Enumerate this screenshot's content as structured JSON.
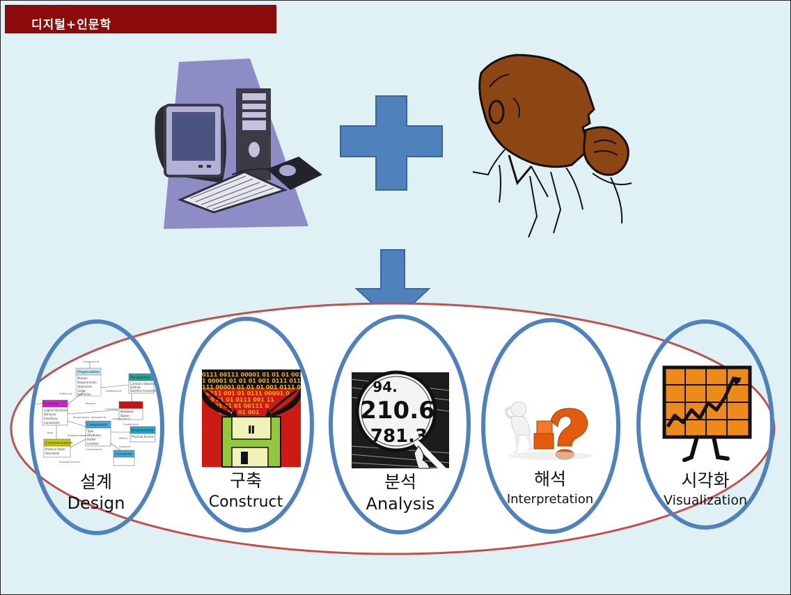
{
  "slide": {
    "title": "디지털+인문학"
  },
  "stages": [
    {
      "ko": "설계",
      "en": "Design",
      "icon": "diagram-icon"
    },
    {
      "ko": "구축",
      "en": "Construct",
      "icon": "floppy-disk-icon"
    },
    {
      "ko": "분석",
      "en": "Analysis",
      "icon": "magnifier-icon"
    },
    {
      "ko": "해석",
      "en": "Interpretation",
      "icon": "thinking-person-question-icon"
    },
    {
      "ko": "시각화",
      "en": "Visualization",
      "icon": "line-chart-icon"
    }
  ],
  "colors": {
    "background": "#dff1f4",
    "title_bar": "#8b0b0b",
    "plus": "#4f81bd",
    "arrow": "#4f81bd",
    "big_ellipse_stroke": "#c0504d",
    "stage_ellipse_stroke": "#4f81bd"
  },
  "icons": [
    "computer-icon",
    "plus-icon",
    "thinking-man-icon",
    "down-arrow-icon"
  ],
  "images": {
    "design": {
      "boxes": [
        "Organization",
        "Perspective",
        "Function",
        "Component",
        "Environment",
        "Communication",
        "Connector"
      ],
      "rows": [
        "Mission",
        "Requirements",
        "Objectives",
        "Goals",
        "Scenarios",
        "Logical Structure",
        "Behavior",
        "Interfaces",
        "Constraints",
        "Type",
        "Attributes",
        "Profile",
        "Location",
        "Physical Environ",
        "Protocol Stack",
        "Standards",
        "Metadata",
        "Stakes",
        "Contains Objects",
        "Defines",
        "Satisfies Concerns"
      ],
      "links": [
        "Composed of",
        "Fulfilled by",
        "Composed of",
        "Produce",
        "Consumes",
        "Performed by",
        "Allocated To",
        "Categorized Of",
        "Contained In",
        "Implementation",
        "Affects",
        "Used",
        "Provided Service",
        "Connects",
        "Connected To"
      ]
    },
    "construct": {
      "binary_rows": [
        "0111 00111 00001 01 01 01 001 01",
        "1 00001 01 01 01 001 0111 011 001",
        "111 00001 01 01 01 001 0111 01",
        "0111 001 01 0111 00001 0",
        "0 01 01 0111 001 11",
        "01 01 01 00111 0",
        "01 01 01 001",
        "001 0111"
      ],
      "label": "Ⅱ"
    },
    "analysis": {
      "numbers": [
        "94.",
        "210.6",
        "781.3"
      ]
    }
  }
}
